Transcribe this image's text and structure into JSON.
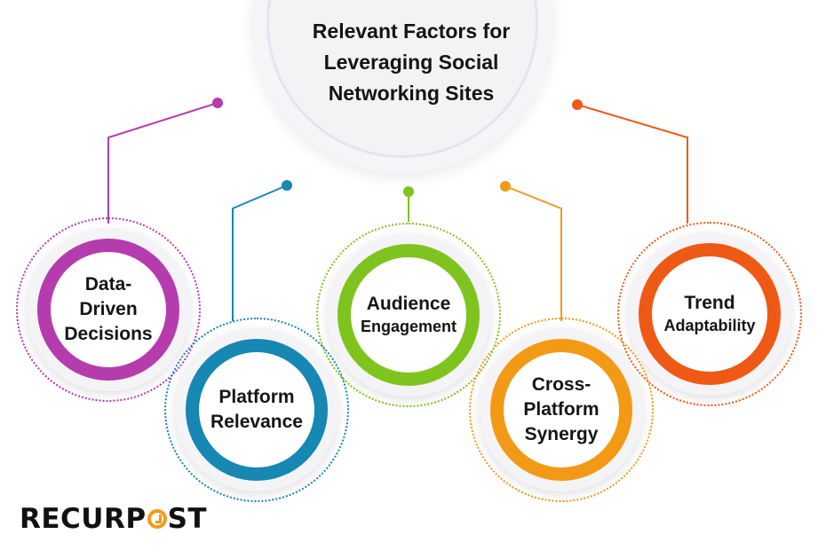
{
  "title": {
    "lines": [
      "Relevant Factors for",
      "Leveraging Social",
      "Networking Sites"
    ]
  },
  "factors": [
    {
      "id": "data-driven-decisions",
      "lines": [
        "Data-",
        "Driven",
        "Decisions"
      ],
      "color": "#b53cad"
    },
    {
      "id": "platform-relevance",
      "lines": [
        "Platform",
        "Relevance"
      ],
      "color": "#1787b4"
    },
    {
      "id": "audience-engagement",
      "lines": [
        "Audience",
        "Engagement"
      ],
      "color": "#7fc41e"
    },
    {
      "id": "cross-platform-synergy",
      "lines": [
        "Cross-",
        "Platform",
        "Synergy"
      ],
      "color": "#f29a16"
    },
    {
      "id": "trend-adaptability",
      "lines": [
        "Trend",
        "Adaptability"
      ],
      "color": "#ee5a16"
    }
  ],
  "logo": {
    "before": "RECURP",
    "after": "ST",
    "accent_color": "#f29a16"
  }
}
